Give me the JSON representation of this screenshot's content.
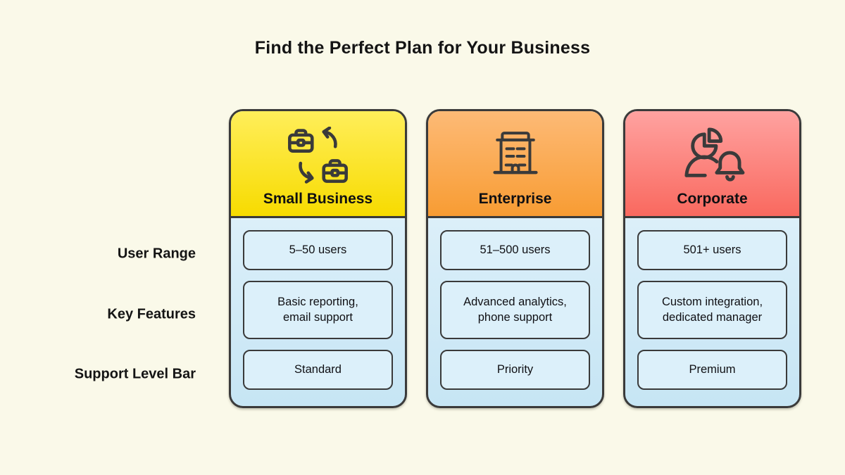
{
  "page": {
    "title": "Find the Perfect Plan for Your Business",
    "background_color": "#FAF9E9",
    "card_border_color": "#3A3A3A",
    "card_body_gradient_top": "#E8F5FC",
    "card_body_gradient_bottom": "#C6E5F4",
    "value_box_fill": "#DCF0FA"
  },
  "rows": [
    {
      "label": "User Range"
    },
    {
      "label": "Key Features"
    },
    {
      "label": "Support Level Bar"
    }
  ],
  "plans": [
    {
      "name": "Small Business",
      "icon": "briefcase-swap-icon",
      "header_top": "#FFEE5A",
      "header_bottom": "#F7DB00",
      "user_range": "5–50 users",
      "key_features": "Basic reporting,\nemail support",
      "support_level": "Standard"
    },
    {
      "name": "Enterprise",
      "icon": "office-building-icon",
      "header_top": "#FDBA76",
      "header_bottom": "#F89C33",
      "user_range": "51–500 users",
      "key_features": "Advanced analytics,\nphone support",
      "support_level": "Priority"
    },
    {
      "name": "Corporate",
      "icon": "person-pie-chart-bell-icon",
      "header_top": "#FFA2A0",
      "header_bottom": "#F9695F",
      "user_range": "501+ users",
      "key_features": "Custom integration,\ndedicated manager",
      "support_level": "Premium"
    }
  ]
}
